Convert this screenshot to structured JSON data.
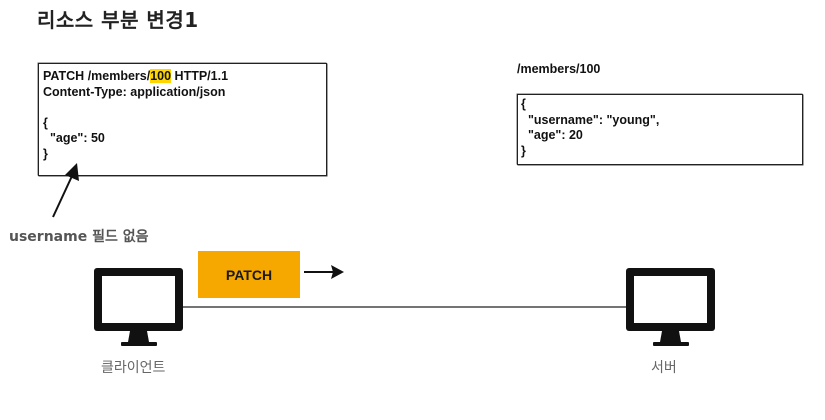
{
  "title": "리소스 부분 변경1",
  "request": {
    "method": "PATCH",
    "path_prefix": "/members/",
    "resource_id": "100",
    "protocol": " HTTP/1.1",
    "content_type": "Content-Type: application/json",
    "body_lines": [
      "{",
      "  \"age\": 50",
      "}"
    ]
  },
  "annotation": "username 필드 없음",
  "resource": {
    "label": "/members/100",
    "body_lines": [
      "{",
      "  \"username\": \"young\",",
      "  \"age\": 20",
      "}"
    ]
  },
  "action": {
    "label": "PATCH",
    "color": "#f6a800"
  },
  "client": {
    "label": "클라이언트",
    "icon": "monitor-icon"
  },
  "server": {
    "label": "서버",
    "icon": "monitor-icon"
  }
}
